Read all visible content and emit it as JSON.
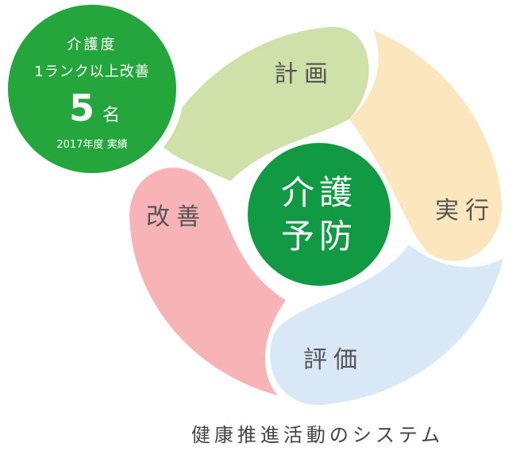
{
  "badge": {
    "line1": "介護度",
    "line2": "1ランク以上改善",
    "count": "5",
    "count_unit": "名",
    "footnote": "2017年度 実績"
  },
  "cycle": {
    "plan": "計画",
    "do": "実行",
    "check": "評価",
    "act": "改善"
  },
  "center": {
    "line1": "介護",
    "line2": "予防"
  },
  "caption": "健康推進活動のシステム",
  "colors": {
    "plan": "#cfe0a9",
    "do": "#fbe6bd",
    "check": "#d8e8f6",
    "act": "#f8b3b6",
    "center": "#119a43",
    "badge": "#24a63c",
    "text": "#555555"
  }
}
